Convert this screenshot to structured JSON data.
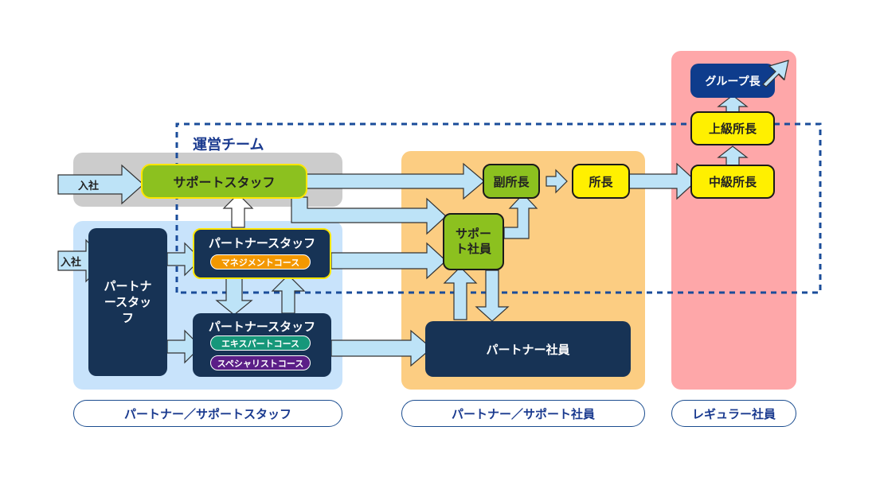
{
  "zones": {
    "partner_support_staff": {
      "label": "パートナー／サポートスタッフ",
      "color": "#c8e3fb"
    },
    "support_staff_band": {
      "color": "#cccccc"
    },
    "partner_support_employee": {
      "label": "パートナー／サポート社員",
      "color": "#fccd82"
    },
    "regular_employee": {
      "label": "レギュラー社員",
      "color": "#fea7a9"
    }
  },
  "operation_team": {
    "label": "運営チーム",
    "color": "#1a3a8f"
  },
  "entry_labels": [
    "入社",
    "入社"
  ],
  "nodes": {
    "support_staff": "サポートスタッフ",
    "partner_staff_left": "パートナースタッフ",
    "partner_staff_mgmt": "パートナースタッフ",
    "partner_staff_expert": "パートナースタッフ",
    "support_employee": "サポート社員",
    "vice_director": "副所長",
    "director": "所長",
    "partner_employee": "パートナー社員",
    "mid_director": "中級所長",
    "senior_director": "上級所長",
    "group_leader": "グループ長"
  },
  "courses": {
    "management": {
      "label": "マネジメントコース",
      "color": "#f39800"
    },
    "expert": {
      "label": "エキスパートコース",
      "color": "#16977a"
    },
    "specialist": {
      "label": "スペシャリストコース",
      "color": "#5b1e87"
    }
  },
  "colors": {
    "arrow_fill": "#bde3f7",
    "navy": "#173355",
    "green": "#8cc11f",
    "yellow": "#fff000",
    "group_navy": "#0e3c8c"
  }
}
